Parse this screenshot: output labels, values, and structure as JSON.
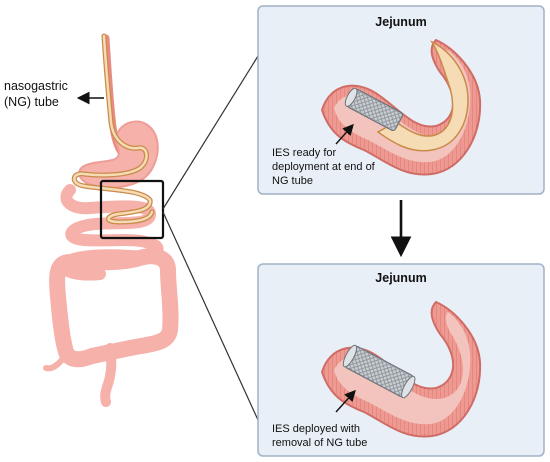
{
  "labels": {
    "ng_tube_line1": "nasogastric",
    "ng_tube_line2": "(NG) tube"
  },
  "panels": {
    "top": {
      "title": "Jejunum",
      "caption_line1": "IES ready for",
      "caption_line2": "deployment at end of",
      "caption_line3": "NG tube"
    },
    "bottom": {
      "title": "Jejunum",
      "caption_line1": "IES deployed with",
      "caption_line2": "removal of NG tube"
    }
  },
  "colors": {
    "panel_fill": "#e8eff7",
    "panel_border": "#9fb2c6",
    "intestine_outer": "#e98b84",
    "intestine_inner": "#f4b3ac",
    "tube_fill": "#f6dcb4",
    "tube_stroke": "#c98a4a",
    "stent": "#b9bec4"
  }
}
